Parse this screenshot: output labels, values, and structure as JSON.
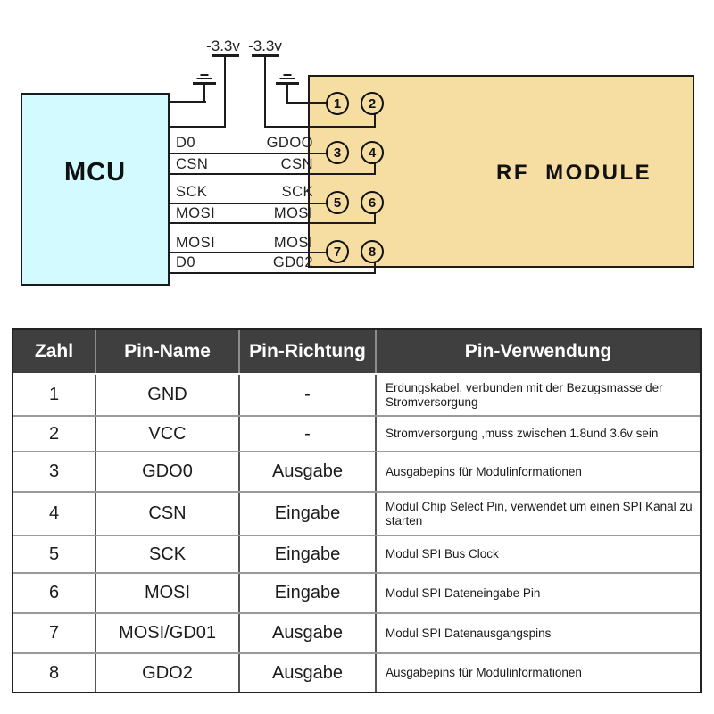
{
  "diagram": {
    "mcu_label": "MCU",
    "rf_label": "RF MODULE",
    "supply_labels": [
      "-3.3v",
      "-3.3v"
    ],
    "mcu_pins": [
      "D0",
      "CSN",
      "SCK",
      "MOSI",
      "MOSI",
      "D0"
    ],
    "rf_pins": [
      "GDOO",
      "CSN",
      "SCK",
      "MOSI",
      "MOSI",
      "GD02"
    ],
    "circle_numbers": [
      "1",
      "2",
      "3",
      "4",
      "5",
      "6",
      "7",
      "8"
    ],
    "colors": {
      "mcu_fill": "#d3fbff",
      "rf_fill": "#f6dda2",
      "wire": "#1c1c1c",
      "table_header_bg": "#3f3f3f"
    }
  },
  "table": {
    "headers": [
      "Zahl",
      "Pin-Name",
      "Pin-Richtung",
      "Pin-Verwendung"
    ],
    "rows": [
      {
        "zahl": "1",
        "name": "GND",
        "richtung": "-",
        "verwendung": "Erdungskabel, verbunden mit der Bezugsmasse der Stromversorgung"
      },
      {
        "zahl": "2",
        "name": "VCC",
        "richtung": "-",
        "verwendung": "Stromversorgung ,muss zwischen 1.8und 3.6v sein"
      },
      {
        "zahl": "3",
        "name": "GDO0",
        "richtung": "Ausgabe",
        "verwendung": "Ausgabepins für Modulinformationen"
      },
      {
        "zahl": "4",
        "name": "CSN",
        "richtung": "Eingabe",
        "verwendung": "Modul Chip Select Pin, verwendet um einen SPI Kanal zu starten"
      },
      {
        "zahl": "5",
        "name": "SCK",
        "richtung": "Eingabe",
        "verwendung": "Modul SPI Bus Clock"
      },
      {
        "zahl": "6",
        "name": "MOSI",
        "richtung": "Eingabe",
        "verwendung": "Modul SPI Dateneingabe Pin"
      },
      {
        "zahl": "7",
        "name": "MOSI/GD01",
        "richtung": "Ausgabe",
        "verwendung": "Modul SPI Datenausgangspins"
      },
      {
        "zahl": "8",
        "name": "GDO2",
        "richtung": "Ausgabe",
        "verwendung": "Ausgabepins für Modulinformationen"
      }
    ]
  }
}
